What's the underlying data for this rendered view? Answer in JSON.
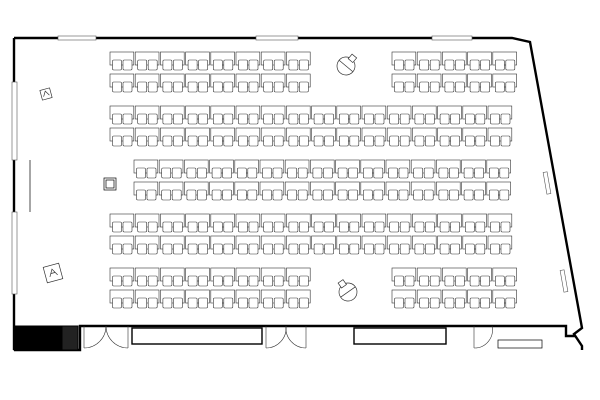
{
  "plan": {
    "type": "classroom-floor-plan",
    "wall_color": "#000000",
    "furniture_color": "#333333",
    "seating": {
      "rows": [
        {
          "blocks": 2,
          "units_per_block": [
            8,
            5
          ]
        },
        {
          "blocks": 1,
          "units_per_block": [
            16
          ]
        },
        {
          "blocks": 1,
          "units_per_block": [
            15
          ]
        },
        {
          "blocks": 1,
          "units_per_block": [
            16
          ]
        },
        {
          "blocks": 2,
          "units_per_block": [
            8,
            5
          ]
        }
      ],
      "seats_per_unit": 2
    },
    "icons": [
      "podium-icon",
      "display-box-icon",
      "lectern-icon",
      "projector-top-icon",
      "projector-bottom-icon",
      "cabinet-icon"
    ]
  }
}
